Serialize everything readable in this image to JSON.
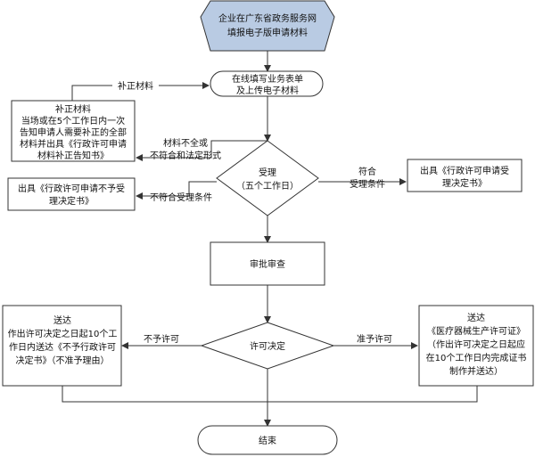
{
  "start": {
    "lines": [
      "企业在广东省政务服务网",
      "填报电子版申请材料"
    ],
    "fill": "#b9cbe3"
  },
  "submit": {
    "lines": [
      "在线填写业务表单",
      "及上传电子材料"
    ]
  },
  "supplement_label": "补正材料",
  "supplement_box": {
    "lines": [
      "补正材料",
      "当场或在5个工作日内一次",
      "告知申请人需要补正的全部",
      "材料并出具《行政许可申请",
      "材料补正告知书》"
    ]
  },
  "incomplete_label": {
    "lines": [
      "材料不全或",
      "不符合和法定形式"
    ]
  },
  "accept": {
    "lines": [
      "受理",
      "（五个工作日）"
    ]
  },
  "meets_label": {
    "lines": [
      "符合",
      "受理条件"
    ]
  },
  "accept_notice": {
    "lines": [
      "出具《行政许可申请受",
      "理决定书》"
    ]
  },
  "not_meet_label": "不符合受理条件",
  "reject_notice": {
    "lines": [
      "出具《行政许可申请不予受",
      "理决定书》"
    ]
  },
  "review": "审批审查",
  "decision": "许可决定",
  "deny_label": "不予许可",
  "deny_box": {
    "lines": [
      "送达",
      "作出许可决定之日起10个工",
      "作日内送达《不予行政许可",
      "决定书》（不准予理由）"
    ]
  },
  "grant_label": "准予许可",
  "grant_box": {
    "lines": [
      "送达",
      "《医疗器械生产许可证》",
      "（作出许可决定之日起应",
      "在10个工作日内完成证书",
      "制作并送达）"
    ]
  },
  "end": "结束",
  "colors": {
    "line": "#333333",
    "start_fill": "#b9cbe3",
    "box_fill": "#ffffff"
  }
}
